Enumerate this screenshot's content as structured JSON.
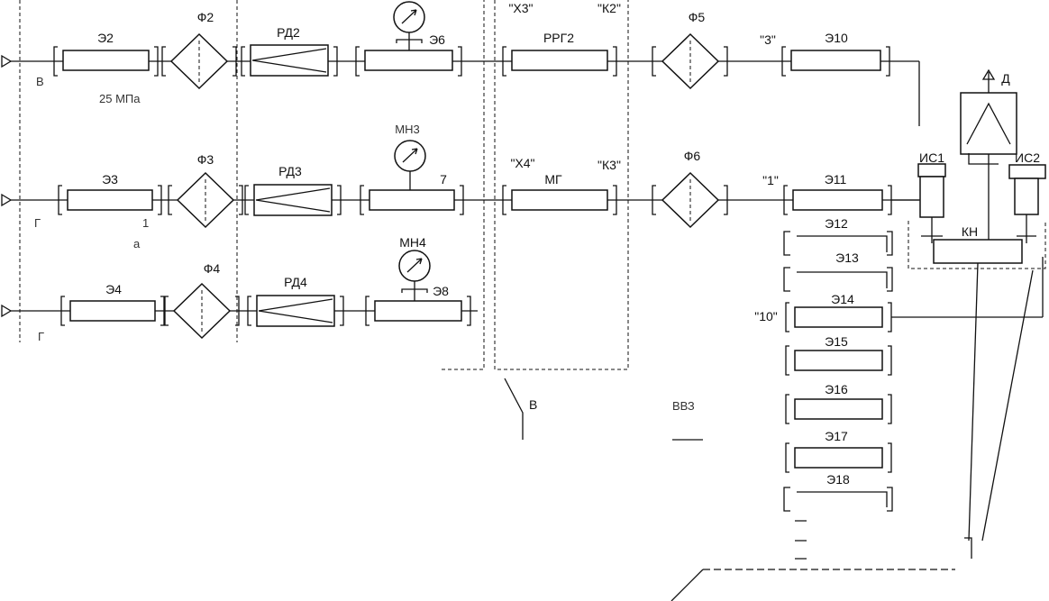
{
  "rows": [
    {
      "filter_line": "Э2",
      "filter": "Ф2",
      "reducer": "РД2",
      "reducer_line": "Э6",
      "regulator": "РРГ2",
      "tag_left": "\"Х3\"",
      "tag_right": "\"К2\"",
      "filter2": "Ф5",
      "tag_end": "\"3\"",
      "end_line": "Э10",
      "fragments": [
        "В",
        "25 МПа"
      ]
    },
    {
      "filter_line": "Э3",
      "filter": "Ф3",
      "reducer": "РД3",
      "reducer_line": "7",
      "regulator": "МГ",
      "tag_left": "\"Х4\"",
      "tag_right": "\"К3\"",
      "filter2": "Ф6",
      "tag_end": "\"1\"",
      "end_line": "Э11",
      "fragments": [
        "Г",
        "1",
        "а"
      ]
    },
    {
      "filter_line": "Э4",
      "filter": "Ф4",
      "reducer": "РД4",
      "reducer_line": "Э8",
      "gauge": "МН4",
      "fragments": [
        "Г"
      ]
    }
  ],
  "column_lines": [
    {
      "label": "Э12"
    },
    {
      "label": "Э13"
    },
    {
      "label": "\"10\""
    },
    {
      "label": "Э14"
    },
    {
      "label": "Э15"
    },
    {
      "label": "Э16"
    },
    {
      "label": "Э17"
    },
    {
      "label": "Э18"
    }
  ],
  "upper_gauge_fragment": "МН3",
  "right_block": {
    "outlet": "Д",
    "sensor_left": "ИС1",
    "sensor_right": "ИС2",
    "valve": "КН"
  },
  "callout_fragments": [
    "В",
    "ВВЗ"
  ]
}
